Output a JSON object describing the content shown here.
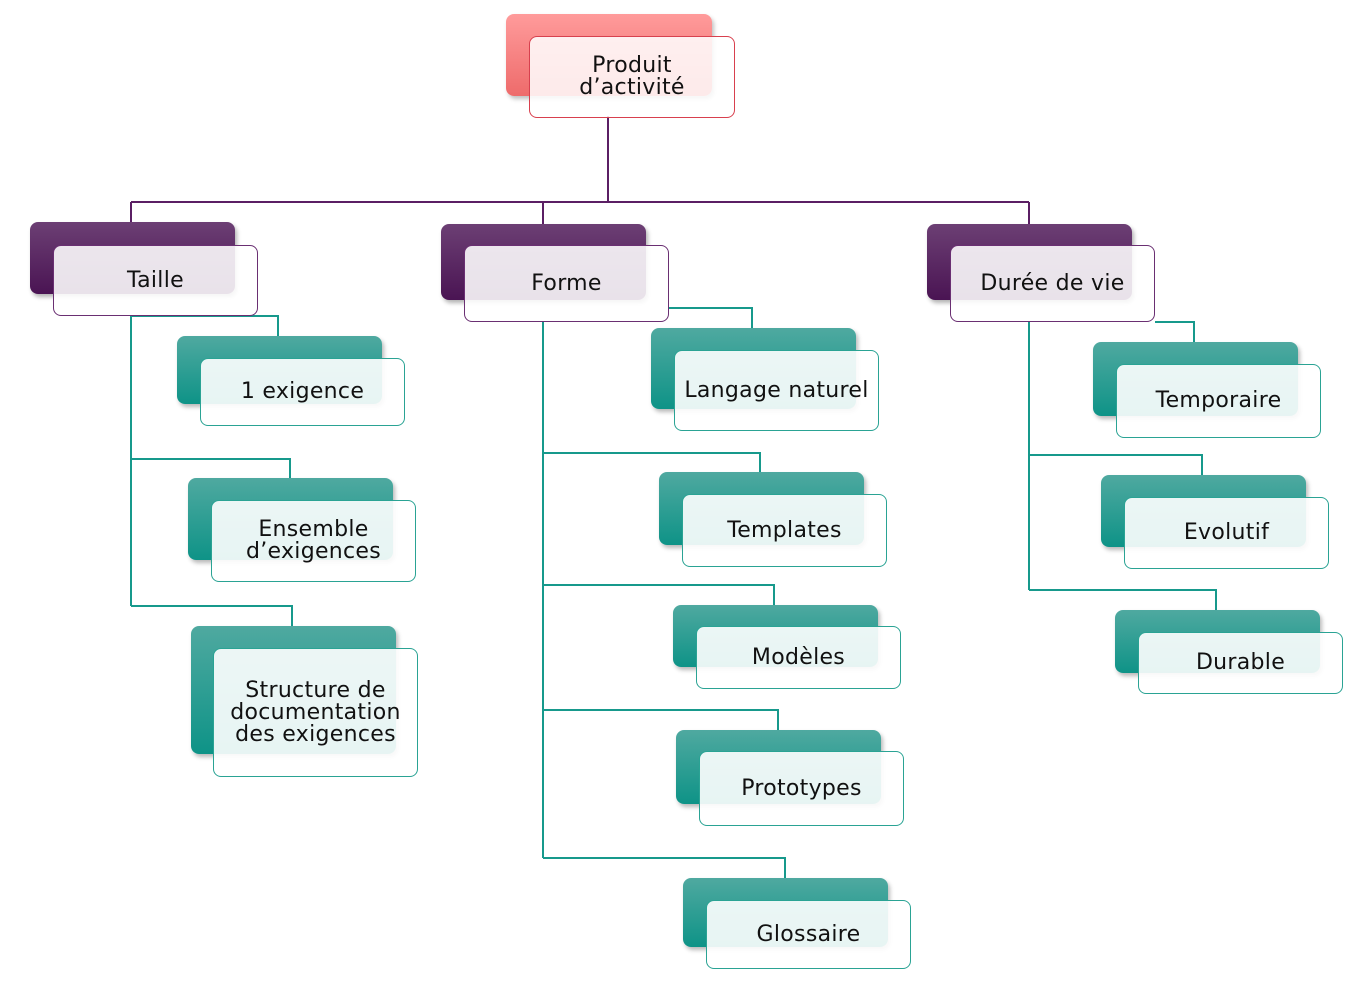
{
  "colors": {
    "root": "#ee6b6b",
    "category": "#4a1453",
    "leaf": "#0e9387",
    "category_connector": "#5b1f64",
    "leaf_connector": "#17998c"
  },
  "root": {
    "label": "Produit d’activité"
  },
  "categories": [
    {
      "key": "taille",
      "label": "Taille",
      "children": [
        "1 exigence",
        "Ensemble d’exigences",
        "Structure de documentation des exigences"
      ]
    },
    {
      "key": "forme",
      "label": "Forme",
      "children": [
        "Langage naturel",
        "Templates",
        "Modèles",
        "Prototypes",
        "Glossaire"
      ]
    },
    {
      "key": "duree",
      "label": "Durée de vie",
      "children": [
        "Temporaire",
        "Evolutif",
        "Durable"
      ]
    }
  ]
}
